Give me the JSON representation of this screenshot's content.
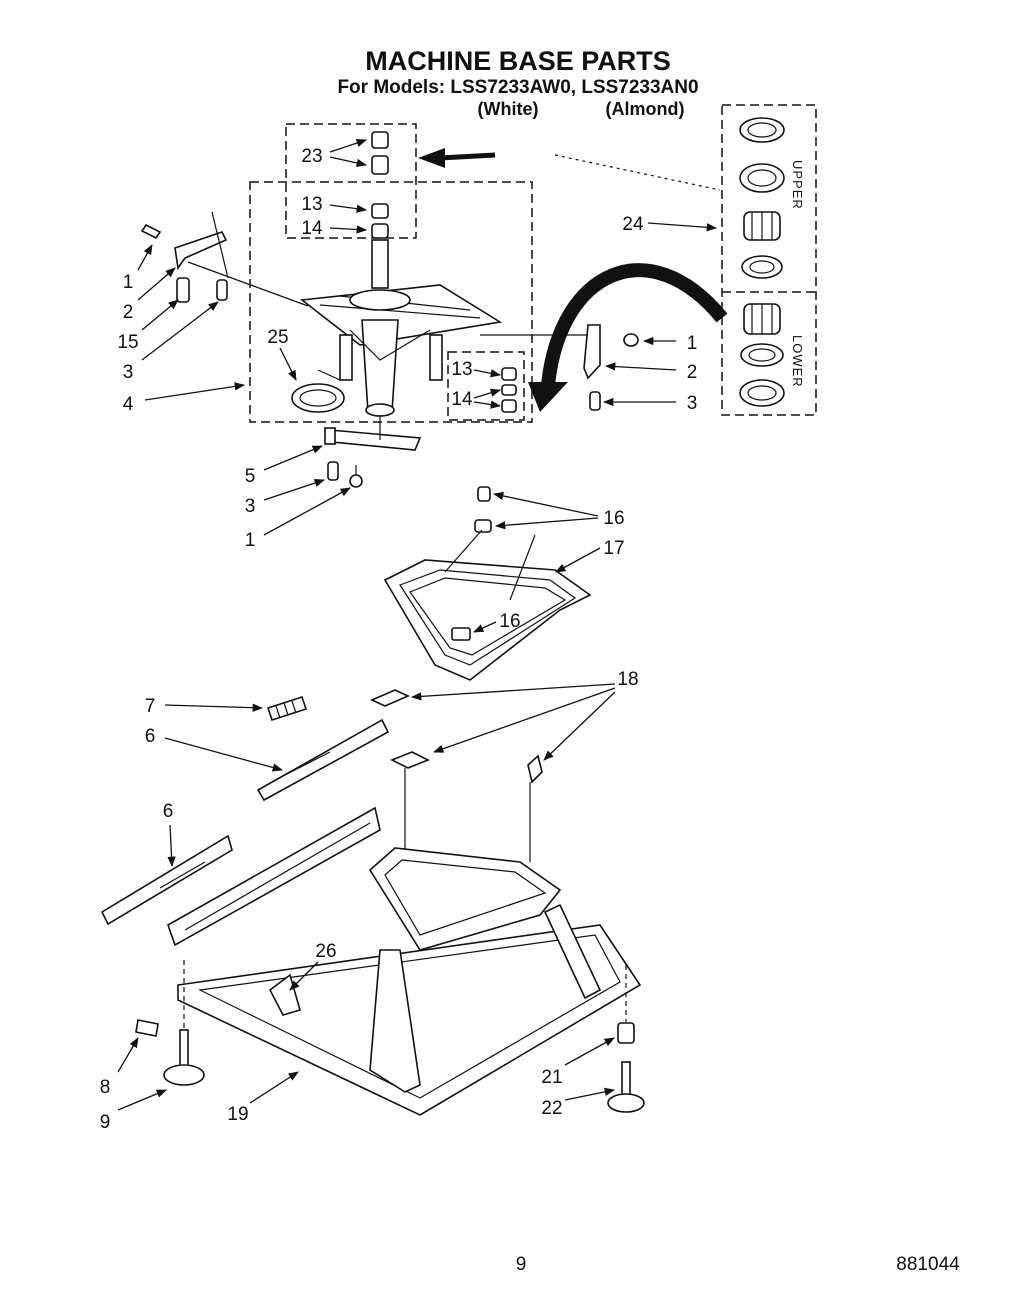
{
  "header": {
    "title": "MACHINE BASE PARTS",
    "models": "For Models: LSS7233AW0, LSS7233AN0",
    "variant_white": "(White)",
    "variant_almond": "(Almond)"
  },
  "kit_panel": {
    "upper_label": "UPPER",
    "lower_label": "LOWER"
  },
  "callouts": {
    "c23": "23",
    "c13a": "13",
    "c14a": "14",
    "c1a": "1",
    "c2a": "2",
    "c15": "15",
    "c3a": "3",
    "c4": "4",
    "c25": "25",
    "c13b": "13",
    "c14b": "14",
    "c1b": "1",
    "c2b": "2",
    "c3b": "3",
    "c24": "24",
    "c5": "5",
    "c3c": "3",
    "c1c": "1",
    "c16a": "16",
    "c16b": "16",
    "c17": "17",
    "c18": "18",
    "c7": "7",
    "c6a": "6",
    "c6b": "6",
    "c26": "26",
    "c8": "8",
    "c9": "9",
    "c19": "19",
    "c21": "21",
    "c22": "22"
  },
  "footer": {
    "page_number": "9",
    "doc_code": "881044"
  }
}
